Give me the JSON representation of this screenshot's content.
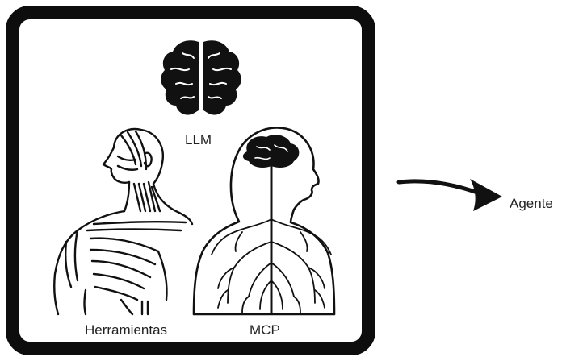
{
  "labels": {
    "llm": "LLM",
    "tools": "Herramientas",
    "mcp": "MCP",
    "agent": "Agente"
  },
  "icons": {
    "brain": "brain-icon",
    "anatomy": "anatomy-muscles-icon",
    "nervous_system": "nervous-system-head-icon",
    "arrow": "curved-arrow-icon"
  },
  "colors": {
    "frame": "#0d0d0d",
    "ink": "#111111",
    "background": "#ffffff"
  }
}
